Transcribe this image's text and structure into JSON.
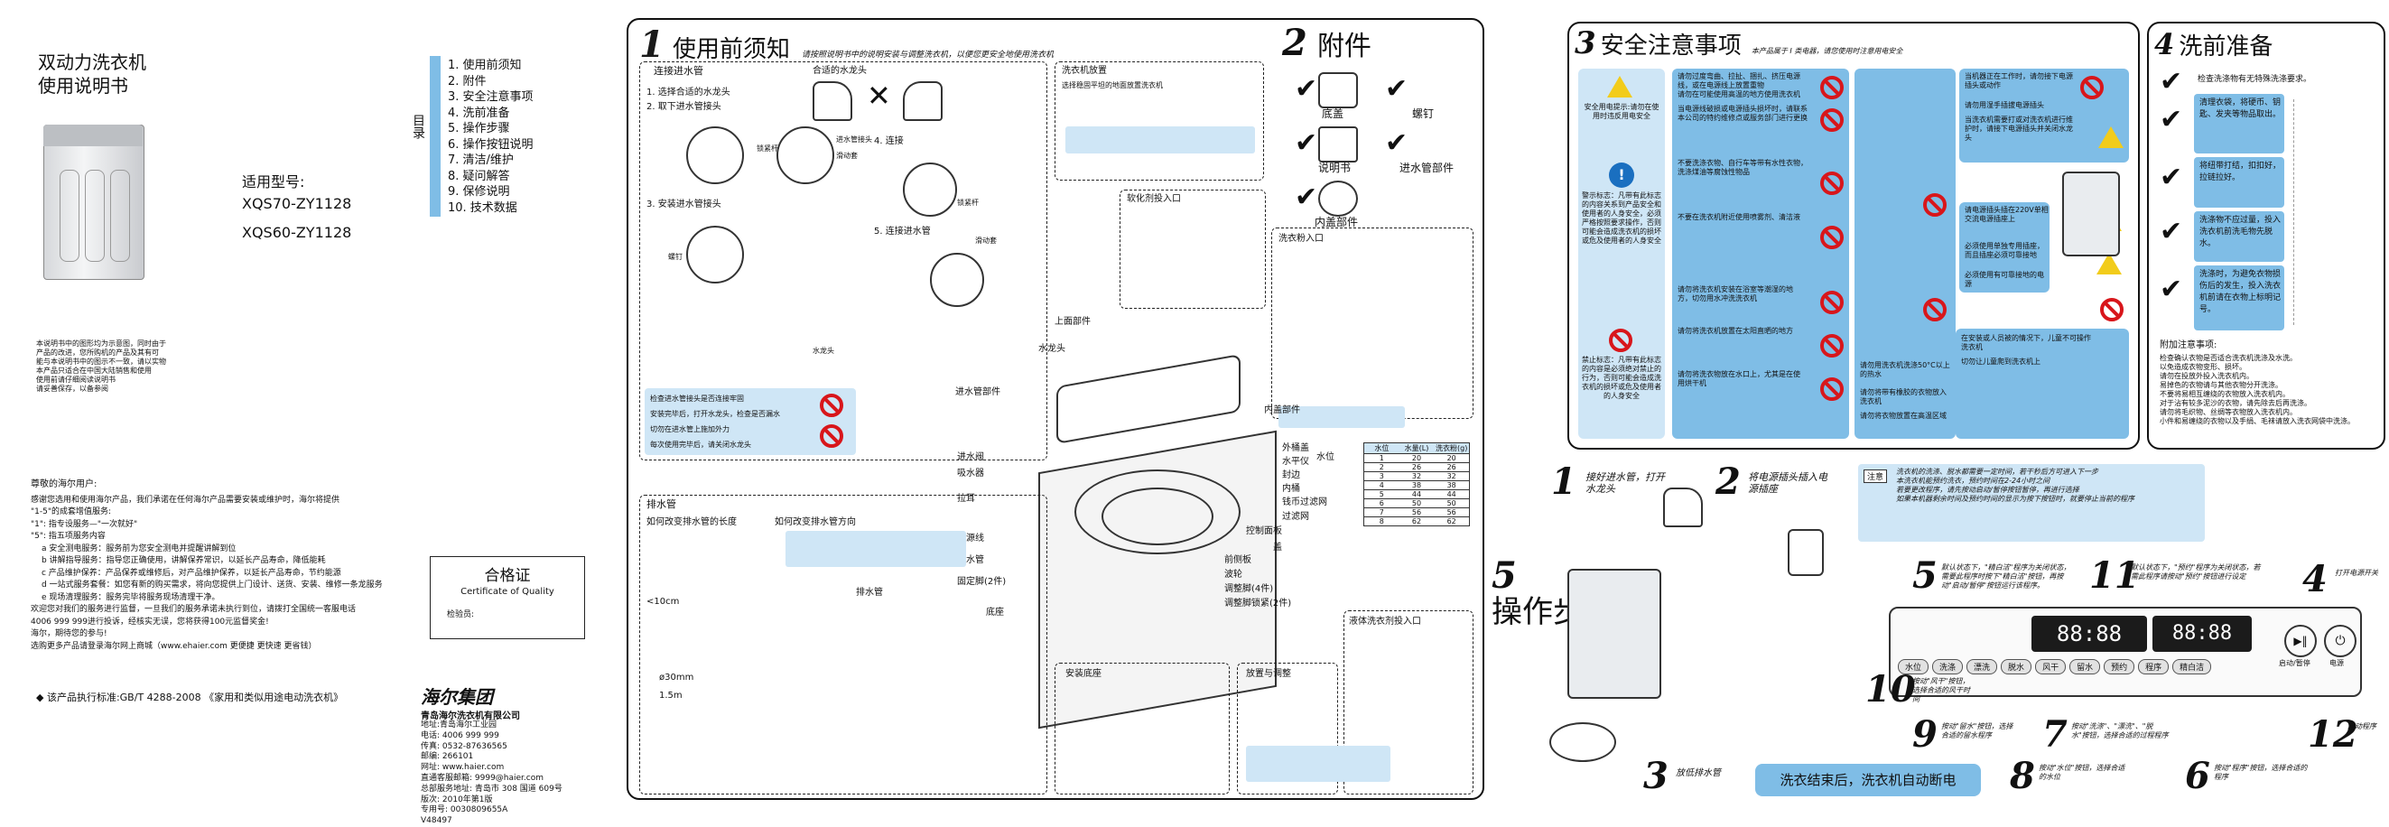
{
  "cover": {
    "title_line1": "双动力洗衣机",
    "title_line2": "使用说明书",
    "toc_label": "目录",
    "toc": [
      "1. 使用前须知",
      "2. 附件",
      "3. 安全注意事项",
      "4. 洗前准备",
      "5. 操作步骤",
      "6. 操作按钮说明",
      "7. 清洁/维护",
      "8. 疑问解答",
      "9. 保修说明",
      "10. 技术数据"
    ],
    "model_label": "适用型号:",
    "models": [
      "XQS70-ZY1128",
      "XQS60-ZY1128"
    ],
    "notes": [
      "本说明书中的图形均为示意图，同时由于",
      "产品的改进，您所购机的产品及其有可",
      "能与本说明书中的图示不一致，请以实物",
      "本产品只适合在中国大陆销售和使用",
      "使用前请仔细阅读说明书",
      "请妥善保存，以备参阅"
    ],
    "letter_greeting": "尊敬的海尔用户:",
    "letter_lines": [
      "感谢您选用和使用海尔产品，我们承诺在任何海尔产品需要安装或维护时，海尔将提供",
      "\"1-5\"的成套增值服务:",
      "\"1\": 指专设服务—\"一次就好\"",
      "\"5\": 指五项服务内容",
      "a 安全测电服务：服务前为您安全测电并提醒讲解到位",
      "b 讲解指导服务：指导您正确使用，讲解保养常识，以延长产品寿命，降低能耗",
      "c 产品维护保养：产品保养或维修后，对产品维护保养，以延长产品寿命，节约能源",
      "d 一站式服务套餐：如您有新的购买需求，将向您提供上门设计、送货、安装、维修一条龙服务",
      "e 现场清理服务：服务完毕将服务现场清理干净。",
      "欢迎您对我们的服务进行监督，一旦我们的服务承诺未执行到位，请拨打全国统一客服电话",
      "4006 999 999进行投诉，经核实无误，您将获得100元监督奖金!",
      "海尔，期待您的参与!",
      "选购更多产品请登录海尔网上商城（www.ehaier.com 更便捷 更快速 更省钱）"
    ],
    "cert_title": "合格证",
    "cert_sub": "Certificate of Quality",
    "cert_inspector": "检验员:",
    "standard": "◆ 该产品执行标准:GB/T 4288-2008 《家用和类似用途电动洗衣机》",
    "brand_logo": "海尔集团",
    "company": "青岛海尔洗衣机有限公司",
    "address_lines": [
      "地址:青岛海尔工业园",
      "电话: 4006 999 999",
      "传真: 0532-87636565",
      "邮编: 266101",
      "网址: www.haier.com",
      "直通客服邮箱: 9999@haier.com",
      "总部服务地址: 青岛市 308 国道 609号",
      "版次: 2010年第1版",
      "专用号: 0030809655A",
      "V48497"
    ]
  },
  "section1": {
    "num": "1",
    "title": "使用前须知",
    "subtitle": "请按照说明书中的说明安装与调整洗衣机，以便您更安全地使用洗衣机",
    "inlet_title": "连接进水管",
    "inlet_steps": [
      "1. 选择合适的水龙头",
      "2. 取下进水管接头",
      "3. 安装进水管接头",
      "4. 连接",
      "5. 连接进水管"
    ],
    "suitable_faucet": "合适的水龙头",
    "labels_inlet": [
      "锁紧杆",
      "螺钉",
      "进水管接头",
      "滑动套",
      "锁紧杆",
      "水龙头",
      "滑动套"
    ],
    "inlet_notes": [
      "检查进水管接头是否连接牢固",
      "安装完毕后，打开水龙头，检查是否漏水",
      "切勿在进水管上施加外力",
      "每次使用完毕后，请关闭水龙头"
    ],
    "place_title": "洗衣机放置",
    "place_note": "选择稳固平坦的地面放置洗衣机",
    "softener": "软化剂投入口",
    "detergent": "洗衣粉入口",
    "drain_title": "排水管",
    "drain_height": "如何改变排水管的长度",
    "drain_direction": "如何改变排水管方向",
    "drain_labels": [
      "<10cm",
      "ø30mm",
      "1.5m",
      "排水管"
    ],
    "parts": [
      "水龙头",
      "进水管部件",
      "上面部件",
      "内盖部件",
      "外桶盖",
      "水平仪",
      "封边",
      "内桶",
      "钱币过滤网",
      "过滤网",
      "盖",
      "控制面板",
      "进水阀",
      "吸水器",
      "拉耳",
      "电源线",
      "排水管",
      "固定脚(2件)",
      "底座",
      "前侧板",
      "波轮",
      "调整脚(4件)",
      "调整脚锁紧(2件)",
      "水位"
    ],
    "install_title": "安装底座",
    "adjust_title": "放置与调整",
    "detergent_box_title": "液体洗衣剂投入口",
    "table_headers": [
      "水位",
      "水量(L)",
      "洗衣粉(g)"
    ],
    "table_rows": [
      [
        "1",
        "20",
        "20"
      ],
      [
        "2",
        "26",
        "26"
      ],
      [
        "3",
        "32",
        "32"
      ],
      [
        "4",
        "38",
        "38"
      ],
      [
        "5",
        "44",
        "44"
      ],
      [
        "6",
        "50",
        "50"
      ],
      [
        "7",
        "56",
        "56"
      ],
      [
        "8",
        "62",
        "62"
      ]
    ]
  },
  "section2": {
    "num": "2",
    "title": "附件",
    "items": [
      "底盖",
      "螺钉",
      "说明书",
      "进水管部件",
      "内盖部件"
    ]
  },
  "section3": {
    "num": "3",
    "title": "安全注意事项",
    "subtitle": "本产品属于 I 类电器，请您使用时注意用电安全",
    "warn_caution": "安全用电提示:请勿在使用时违反用电安全",
    "warn_info": "警示标志：凡带有此标志的内容关系到产品安全和使用者的人身安全，必须严格按照要求操作，否则可能会造成洗衣机的损坏或危及使用者的人身安全",
    "warn_ban": "禁止标志：凡带有此标志的内容是必须绝对禁止的行为，否则可能会造成洗衣机的损坏或危及使用者的人身安全",
    "points": [
      "请勿过度弯曲、拉扯、捆扎、挤压电源线，或在电源线上放置重物",
      "请勿在可能使用高温的地方使用洗衣机",
      "当电源线破损或电源插头损坏时，请联系本公司的特约维修点或服务部门进行更换",
      "当机器正在工作时，请勿接下电源插头或动作",
      "请勿用湿手插拔电源插头",
      "当洗衣机需要打或对洗衣机进行维护时，请接下电源插头并关闭水龙头",
      "不要洗涤衣物、自行车等带有水性衣物，洗涤煤油等腐蚀性物品",
      "不要在洗衣机附近使用喷雾剂、清洁液",
      "请勿将洗衣机安装在浴室等潮湿的地方，切勿用水冲洗洗衣机",
      "请勿将洗衣机放置在太阳直晒的地方",
      "请勿将洗衣物放在水口上，尤其是在使用烘干机",
      "请勿用洗衣机洗涤50°C以上的热水",
      "请勿将带有橡胶的衣物放入洗衣机",
      "请勿将衣物放置在高温区域",
      "在安装或人员被的情况下，儿童不可操作洗衣机",
      "切勿让儿童爬到洗衣机上",
      "请电源插头插在220V单相交流电源插座上",
      "必须使用单独专用插座，而且插座必须可靠接地",
      "必须使用有可靠接地的电源"
    ]
  },
  "section4": {
    "num": "4",
    "title": "洗前准备",
    "checks": [
      "检查洗涤物有无特殊洗涤要求。",
      "清理衣袋，将硬币、钥匙、发夹等物品取出。",
      "将纽带打结，扣扣好，拉链拉好。",
      "洗涤物不应过量，投入洗衣机前洗毛物先脱水。",
      "洗涤时，为避免衣物损伤后的发生，投入洗衣机前请在衣物上标明记号。"
    ],
    "notes_title": "附加注意事项:",
    "notes": [
      "检查确认衣物是否适合洗衣机洗涤及水洗。",
      "以免造成衣物变形、损坏。",
      "请勿在投放外投入洗衣机内。",
      "易掉色的衣物请与其他衣物分开洗涤。",
      "不要将易相互缠绕的衣物放入洗衣机内。",
      "对于沾有较多泥沙的衣物，请先除去后再洗涤。",
      "请勿将毛织物、丝绸等衣物放入洗衣机内。",
      "小件和易缠绕的衣物以及手绢、毛袜请放入洗衣网袋中洗涤。"
    ]
  },
  "section5": {
    "num": "5",
    "title": "操作步骤",
    "step1": "接好进水管，打开水龙头",
    "step2": "将电源插头插入电源插座",
    "step3": "放低排水管",
    "step4": "打开电源开关",
    "step5": "默认状态下，\"精白洁\"程序为关闭状态，需要此程序时按下\"精白洁\"按钮，再按动\"启动/暂停\"按钮运行该程序。",
    "step6": "按动\"程序\"按钮，选择合适的程序",
    "step7": "按动\"洗涤\"、\"漂洗\"、\"脱水\"按钮，选择合适的过程程序",
    "step8": "按动\"水位\"按钮，选择合适的水位",
    "step9": "按动\"留水\"按钮，选择合适的留水程序",
    "step10": "按动\"风干\"按钮，选择合适的风干时间",
    "step11": "默认状态下，\"预约\"程序为关闭状态，若需此程序请按动\"预约\"按钮进行设定",
    "step12": "启动程序",
    "finish": "洗衣结束后，洗衣机自动断电",
    "note_tag": "注意",
    "note_lines": [
      "洗衣机的洗涤、脱水都需要一定时间，若干秒后方可进入下一步",
      "本洗衣机能预约洗衣，预约时间在2-24小时之间",
      "若要更改程序，请先按动启动/暂停按钮暂停，再进行选择",
      "如果本机器剩余时间及预约时间的显示为按下按钮时，就要停止当前的程序"
    ],
    "display_digits": "88:88",
    "buttons": [
      "水位",
      "洗涤",
      "漂洗",
      "脱水",
      "风干",
      "留水",
      "预约",
      "程序",
      "精白洁",
      "启动/暂停",
      "电源"
    ]
  },
  "colors": {
    "accent_blue": "#7fbde6",
    "warn_yellow": "#f2cc1b",
    "ban_red": "#d8161b",
    "info_blue": "#1a6fc0"
  }
}
